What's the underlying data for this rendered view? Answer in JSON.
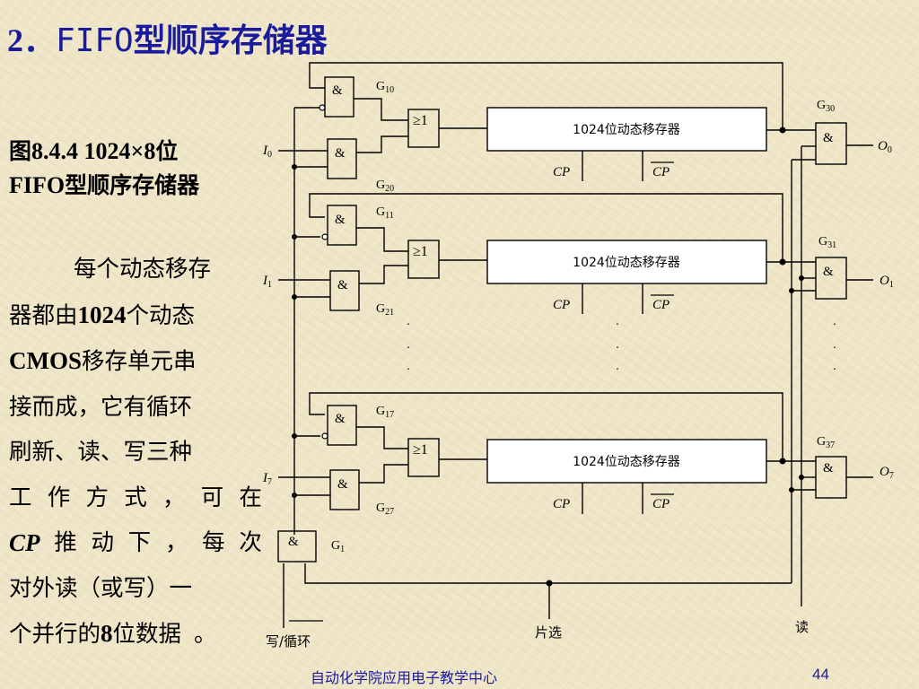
{
  "title": {
    "num": "2．",
    "ascii": "FIFO",
    "cn": "型顺序存储器"
  },
  "caption": {
    "line1_prefix": "图",
    "line1_latin": "8.4.4  1024×8",
    "line1_suffix": "位",
    "line2_latin": "FIFO",
    "line2_suffix": "型顺序存储器"
  },
  "description": {
    "l1": "每个动态移存",
    "l2_a": "器都由",
    "l2_num": "1024",
    "l2_b": "个动态",
    "l3_latin": "CMOS",
    "l3_rest": "移存单元串",
    "l4": "接而成，它有循环",
    "l5": "刷新、读、写三种",
    "l6": [
      "工",
      "作",
      "方",
      "式",
      "，",
      "可",
      "在"
    ],
    "l7_cp": "CP",
    "l7_rest": [
      "推",
      "动",
      "下",
      "，",
      "每",
      "次"
    ],
    "l8": "对外读（或写）一",
    "l9_a": "个并行的",
    "l9_num": "8",
    "l9_b": "位数据",
    "l9_end": "。"
  },
  "diagram": {
    "and_symbol": "&",
    "or_symbol": "≥1",
    "register_label": "1024位动态移存器",
    "cp_label": "CP",
    "cp_bar_label": "CP",
    "dots": "·",
    "gate_letter": "G",
    "groups": [
      {
        "upper_sub": "10",
        "lower_sub": "20",
        "out_sub": "30",
        "input_letter": "I",
        "input_sub": "0",
        "output_letter": "O",
        "output_sub": "0"
      },
      {
        "upper_sub": "11",
        "lower_sub": "21",
        "out_sub": "31",
        "input_letter": "I",
        "input_sub": "1",
        "output_letter": "O",
        "output_sub": "1"
      },
      {
        "upper_sub": "17",
        "lower_sub": "27",
        "out_sub": "37",
        "input_letter": "I",
        "input_sub": "7",
        "output_letter": "O",
        "output_sub": "7"
      }
    ],
    "g1_sub": "1",
    "write_label_a": "写/",
    "write_label_b": "循环",
    "chip_select_label": "片选",
    "read_label": "读"
  },
  "footer": {
    "center": "自动化学院应用电子教学中心",
    "page": "44"
  },
  "colors": {
    "title": "#1a1a9e",
    "footer": "#1a1a9e",
    "background": "#efe6c8",
    "lines": "#000000"
  }
}
